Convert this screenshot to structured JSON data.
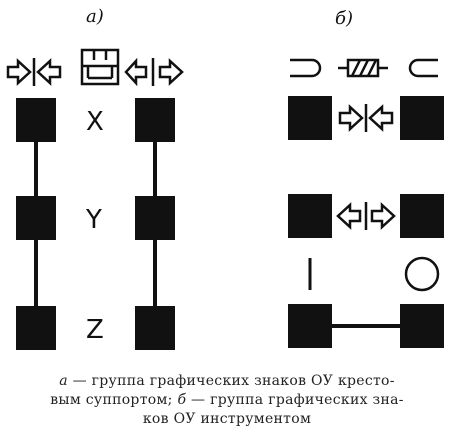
{
  "panels": {
    "a": {
      "label": "а)",
      "axes": [
        "X",
        "Y",
        "Z"
      ]
    },
    "b": {
      "label": "б)"
    }
  },
  "caption": {
    "part1_letter": "а",
    "part1_text": " — группа графических знаков ОУ кресто-",
    "part2_text": "вым суппортом; ",
    "part2_letter": "б",
    "part3_text": " — группа графических зна-",
    "part4_text": "ков ОУ инструментом"
  }
}
